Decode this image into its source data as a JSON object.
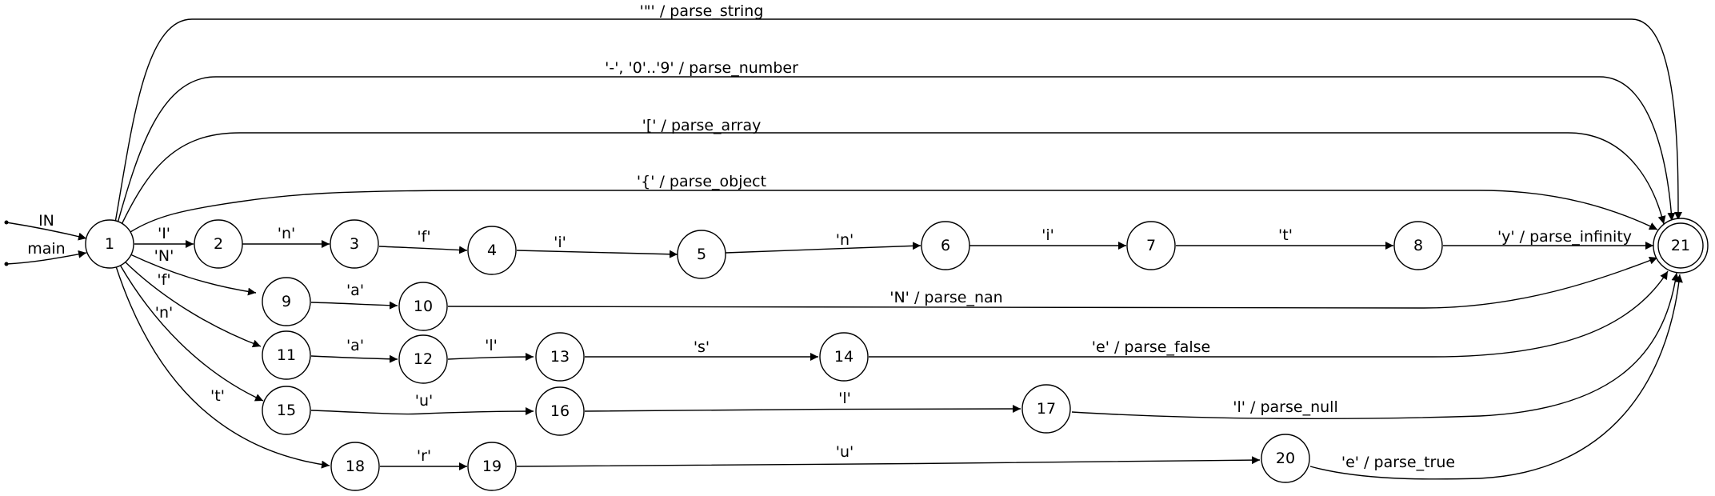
{
  "diagram": {
    "type": "state-machine",
    "entries": [
      {
        "label": "IN",
        "to": "1"
      },
      {
        "label": "main",
        "to": "1"
      }
    ],
    "states": [
      {
        "id": "1"
      },
      {
        "id": "2"
      },
      {
        "id": "3"
      },
      {
        "id": "4"
      },
      {
        "id": "5"
      },
      {
        "id": "6"
      },
      {
        "id": "7"
      },
      {
        "id": "8"
      },
      {
        "id": "9"
      },
      {
        "id": "10"
      },
      {
        "id": "11"
      },
      {
        "id": "12"
      },
      {
        "id": "13"
      },
      {
        "id": "14"
      },
      {
        "id": "15"
      },
      {
        "id": "16"
      },
      {
        "id": "17"
      },
      {
        "id": "18"
      },
      {
        "id": "19"
      },
      {
        "id": "20"
      },
      {
        "id": "21",
        "accepting": true
      }
    ],
    "transitions": [
      {
        "from": "1",
        "to": "21",
        "label": "'\"' / parse_string"
      },
      {
        "from": "1",
        "to": "21",
        "label": "'-', '0'..'9' / parse_number"
      },
      {
        "from": "1",
        "to": "21",
        "label": "'[' / parse_array"
      },
      {
        "from": "1",
        "to": "21",
        "label": "'{' / parse_object"
      },
      {
        "from": "1",
        "to": "2",
        "label": "'I'"
      },
      {
        "from": "2",
        "to": "3",
        "label": "'n'"
      },
      {
        "from": "3",
        "to": "4",
        "label": "'f'"
      },
      {
        "from": "4",
        "to": "5",
        "label": "'i'"
      },
      {
        "from": "5",
        "to": "6",
        "label": "'n'"
      },
      {
        "from": "6",
        "to": "7",
        "label": "'i'"
      },
      {
        "from": "7",
        "to": "8",
        "label": "'t'"
      },
      {
        "from": "8",
        "to": "21",
        "label": "'y' / parse_infinity"
      },
      {
        "from": "1",
        "to": "9",
        "label": "'N'"
      },
      {
        "from": "9",
        "to": "10",
        "label": "'a'"
      },
      {
        "from": "10",
        "to": "21",
        "label": "'N' / parse_nan"
      },
      {
        "from": "1",
        "to": "11",
        "label": "'f'"
      },
      {
        "from": "11",
        "to": "12",
        "label": "'a'"
      },
      {
        "from": "12",
        "to": "13",
        "label": "'l'"
      },
      {
        "from": "13",
        "to": "14",
        "label": "'s'"
      },
      {
        "from": "14",
        "to": "21",
        "label": "'e' / parse_false"
      },
      {
        "from": "1",
        "to": "15",
        "label": "'n'"
      },
      {
        "from": "15",
        "to": "16",
        "label": "'u'"
      },
      {
        "from": "16",
        "to": "17",
        "label": "'l'"
      },
      {
        "from": "17",
        "to": "21",
        "label": "'l' / parse_null"
      },
      {
        "from": "1",
        "to": "18",
        "label": "'t'"
      },
      {
        "from": "18",
        "to": "19",
        "label": "'r'"
      },
      {
        "from": "19",
        "to": "20",
        "label": "'u'"
      },
      {
        "from": "20",
        "to": "21",
        "label": "'e' / parse_true"
      }
    ]
  }
}
